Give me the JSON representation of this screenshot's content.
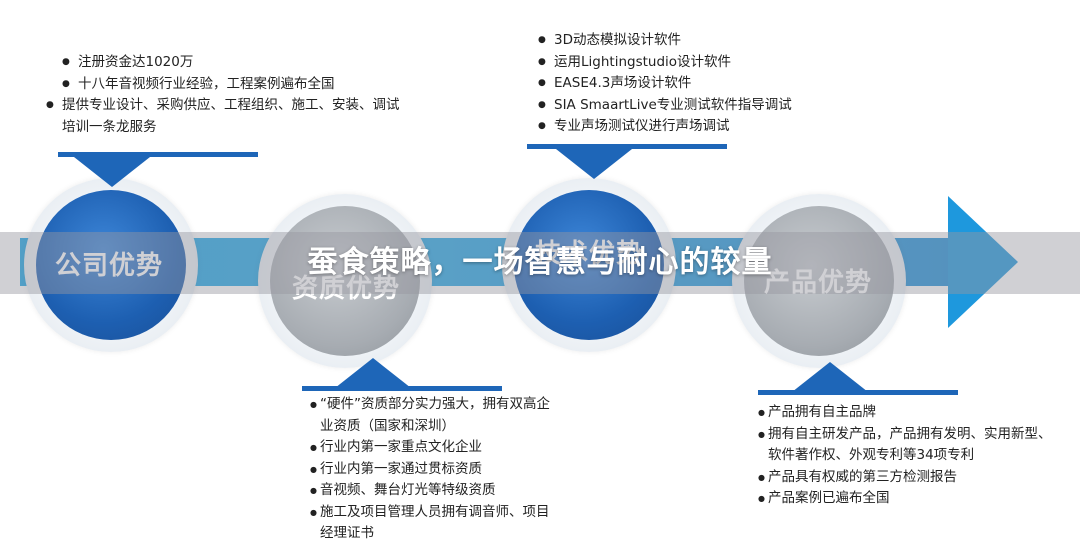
{
  "title": "蚕食策略，一场智慧与耐心的较量",
  "sections": [
    {
      "label": "公司优势",
      "items": [
        "注册资金达1020万",
        "十八年音视频行业经验，工程案例遍布全国",
        "提供专业设计、采购供应、工程组织、施工、安装、调试培训一条龙服务"
      ]
    },
    {
      "label": "资质优势",
      "items": [
        "“硬件”资质部分实力强大，拥有双高企业资质（国家和深圳）",
        "行业内第一家重点文化企业",
        "行业内第一家通过贯标资质",
        "音视频、舞台灯光等特级资质",
        "施工及项目管理人员拥有调音师、项目经理证书"
      ]
    },
    {
      "label": "技术优势",
      "items": [
        "3D动态模拟设计软件",
        "运用Lightingstudio设计软件",
        "EASE4.3声场设计软件",
        "SIA SmaartLive专业测试软件指导调试",
        "专业声场测试仪进行声场调试"
      ]
    },
    {
      "label": "产品优势",
      "items": [
        "产品拥有自主品牌",
        "拥有自主研发产品，产品拥有发明、实用新型、软件著作权、外观专利等34项专利",
        "产品具有权威的第三方检测报告",
        "产品案例已遍布全国"
      ]
    }
  ],
  "colors": {
    "accent_blue": "#1e66b8",
    "arrow_blue": "#1aa7e8",
    "circle_gray": "#a7acb2"
  }
}
